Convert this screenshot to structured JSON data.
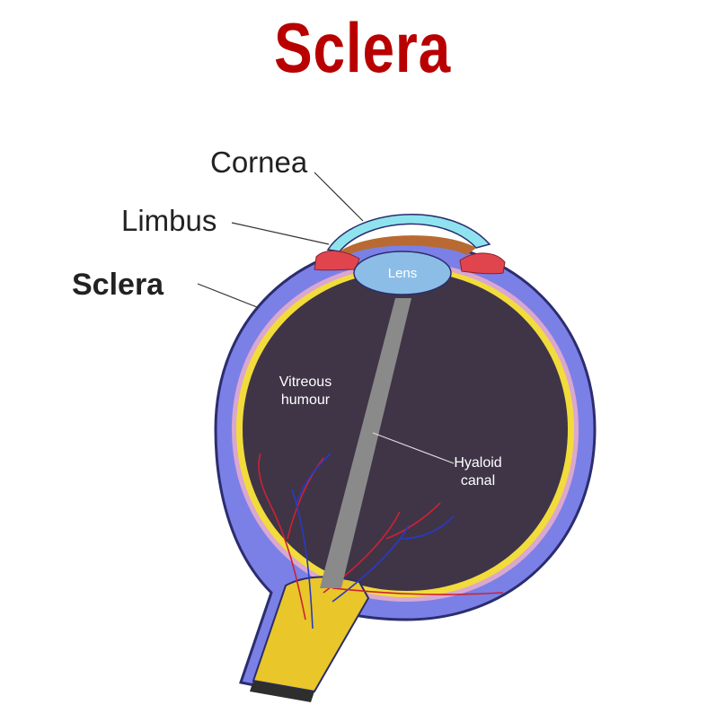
{
  "title": "Sclera",
  "colors": {
    "title": "#b80000",
    "sclera": "#7b80e6",
    "sclera_outline": "#2b2d6e",
    "interior": "#3f3547",
    "retina": "#f2dc3b",
    "choroid": "#d9a7d0",
    "cornea": "#8fe3ee",
    "iris": "#b86a32",
    "ciliary": "#e0454d",
    "lens": "#8cbde6",
    "canal": "#8a8a8a",
    "nerve": "#e9c62a"
  },
  "labels": {
    "cornea": "Cornea",
    "limbus": "Limbus",
    "sclera": "Sclera",
    "lens": "Lens",
    "vitreous_line1": "Vitreous",
    "vitreous_line2": "humour",
    "hyaloid_line1": "Hyaloid",
    "hyaloid_line2": "canal"
  }
}
